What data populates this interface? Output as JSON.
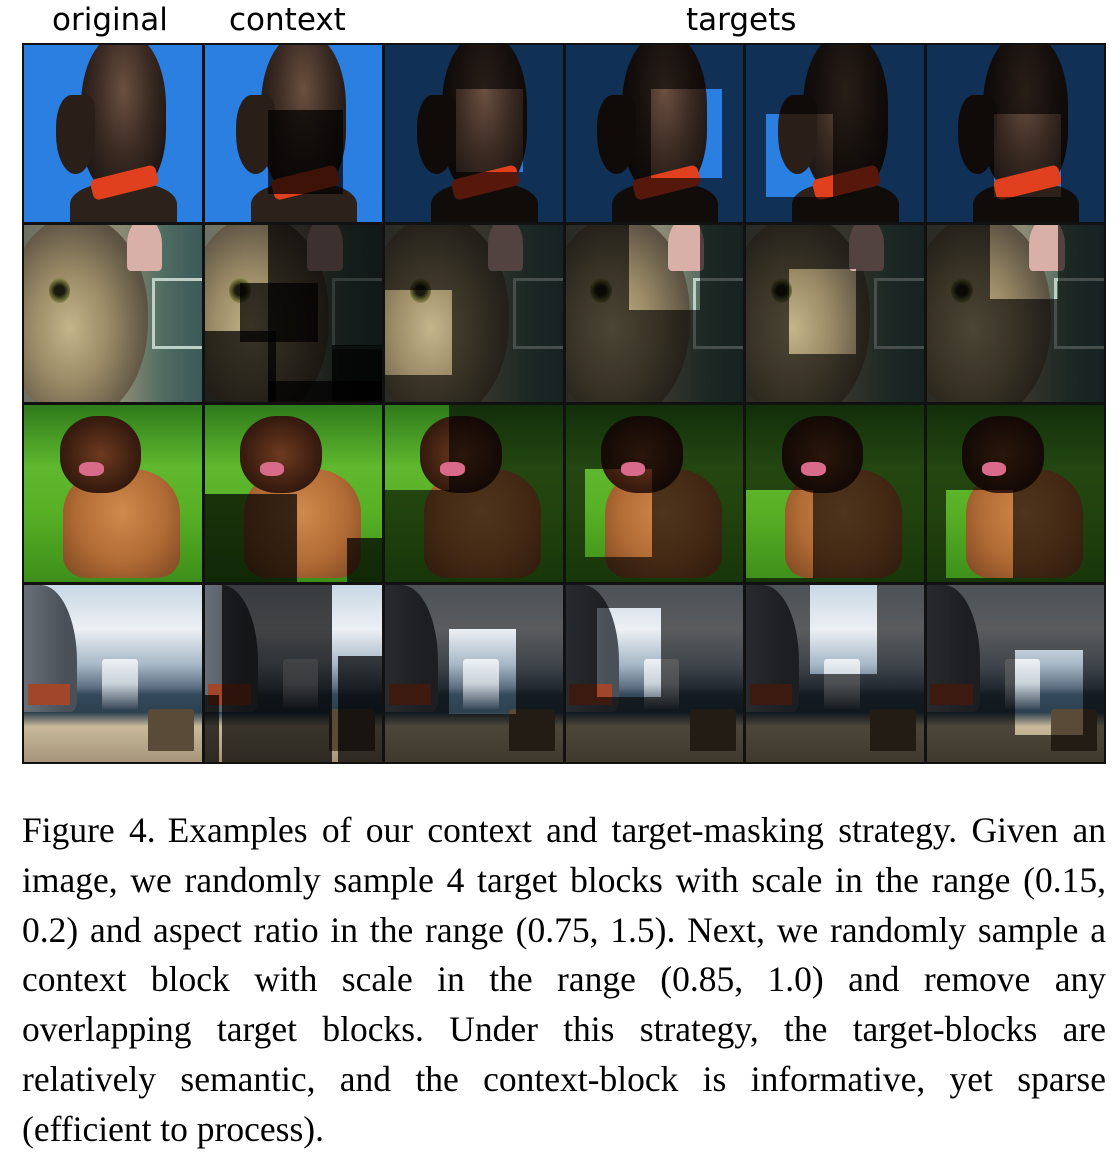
{
  "headers": {
    "original": "original",
    "context": "context",
    "targets": "targets"
  },
  "rows": [
    {
      "scene": "dog"
    },
    {
      "scene": "cat"
    },
    {
      "scene": "mastiff"
    },
    {
      "scene": "ship"
    }
  ],
  "caption": {
    "label": "Figure 4.",
    "text": "Examples of our context and target-masking strategy. Given an image, we randomly sample 4 target blocks with scale in the range (0.15, 0.2) and aspect ratio in the range (0.75, 1.5). Next, we randomly sample a context block with scale in the range (0.85, 1.0) and remove any overlapping target blocks. Under this strategy, the target-blocks are relatively semantic, and the context-block is informative, yet sparse (efficient to process)."
  }
}
